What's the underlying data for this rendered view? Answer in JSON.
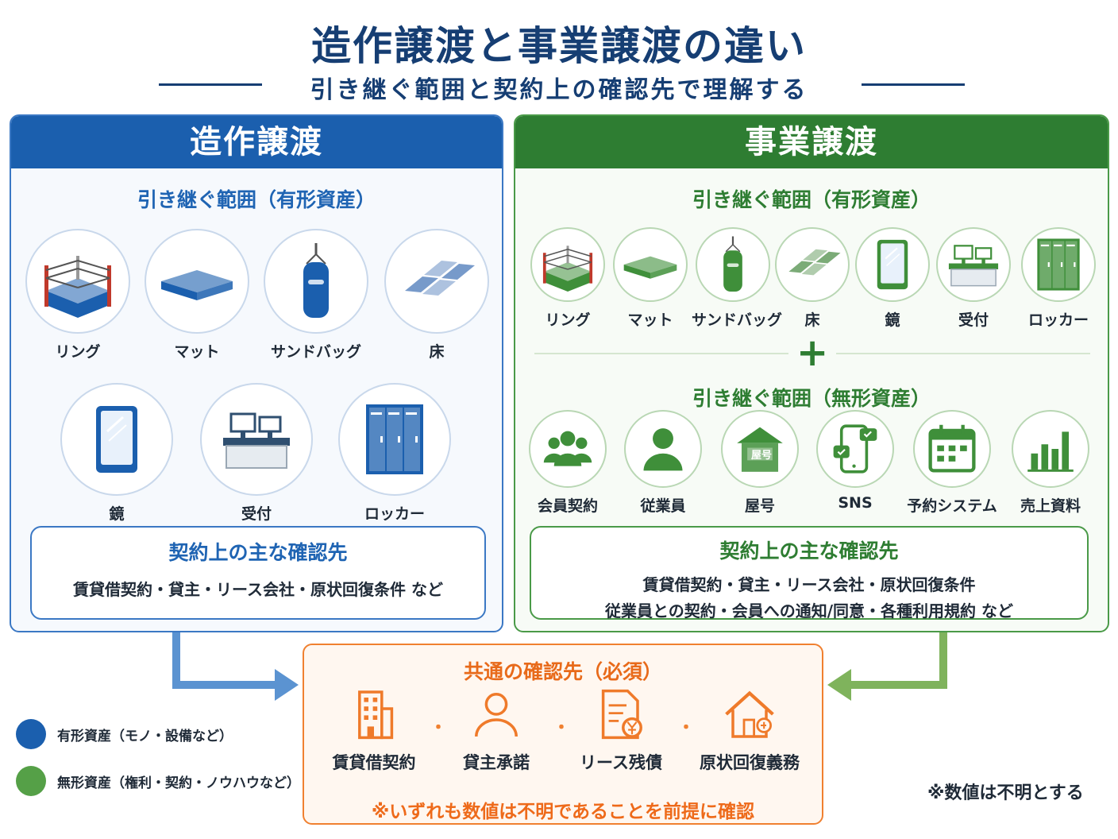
{
  "header": {
    "title": "造作譲渡と事業譲渡の違い",
    "subtitle": "引き継ぐ範囲と契約上の確認先で理解する"
  },
  "left": {
    "heading": "造作譲渡",
    "section_title": "引き継ぐ範囲（有形資産）",
    "items": [
      {
        "label": "リング",
        "icon": "boxing-ring-icon"
      },
      {
        "label": "マット",
        "icon": "mat-icon"
      },
      {
        "label": "サンドバッグ",
        "icon": "sandbag-icon"
      },
      {
        "label": "床",
        "icon": "floor-tiles-icon"
      },
      {
        "label": "鏡",
        "icon": "mirror-icon"
      },
      {
        "label": "受付",
        "icon": "reception-desk-icon"
      },
      {
        "label": "ロッカー",
        "icon": "locker-icon"
      }
    ],
    "confirm_title": "契約上の主な確認先",
    "confirm_text": "賃貸借契約・貸主・リース会社・原状回復条件 など"
  },
  "right": {
    "heading": "事業譲渡",
    "section_title_tangible": "引き継ぐ範囲（有形資産）",
    "tangible_items": [
      {
        "label": "リング",
        "icon": "boxing-ring-icon"
      },
      {
        "label": "マット",
        "icon": "mat-icon"
      },
      {
        "label": "サンドバッグ",
        "icon": "sandbag-icon"
      },
      {
        "label": "床",
        "icon": "floor-tiles-icon"
      },
      {
        "label": "鏡",
        "icon": "mirror-icon"
      },
      {
        "label": "受付",
        "icon": "reception-desk-icon"
      },
      {
        "label": "ロッカー",
        "icon": "locker-icon"
      }
    ],
    "plus": "+",
    "section_title_intangible": "引き継ぐ範囲（無形資産）",
    "intangible_items": [
      {
        "label": "会員契約",
        "icon": "members-icon"
      },
      {
        "label": "従業員",
        "icon": "employee-icon"
      },
      {
        "label": "屋号",
        "icon": "shop-name-icon"
      },
      {
        "label": "SNS",
        "icon": "sns-phone-icon"
      },
      {
        "label": "予約システム",
        "icon": "calendar-icon"
      },
      {
        "label": "売上資料",
        "icon": "bar-chart-icon"
      }
    ],
    "shop_sign_text": "屋号",
    "confirm_title": "契約上の主な確認先",
    "confirm_line1": "賃貸借契約・貸主・リース会社・原状回復条件",
    "confirm_line2": "従業員との契約・会員への通知/同意・各種利用規約 など"
  },
  "common": {
    "title": "共通の確認先（必須）",
    "items": [
      {
        "label": "賃貸借契約",
        "icon": "building-icon"
      },
      {
        "label": "貸主承諾",
        "icon": "landlord-icon"
      },
      {
        "label": "リース残債",
        "icon": "lease-document-yen-icon"
      },
      {
        "label": "原状回復義務",
        "icon": "house-repair-icon"
      }
    ],
    "separator": "・",
    "note": "※いずれも数値は不明であることを前提に確認"
  },
  "legend": [
    {
      "label": "有形資産（モノ・設備など）",
      "color": "#1b5fae"
    },
    {
      "label": "無形資産（権利・契約・ノウハウなど）",
      "color": "#55a047"
    }
  ],
  "footnote": "※数値は不明とする",
  "colors": {
    "blue": "#1b5fae",
    "green": "#2e7d32",
    "orange": "#f08030",
    "navy": "#163e73"
  }
}
